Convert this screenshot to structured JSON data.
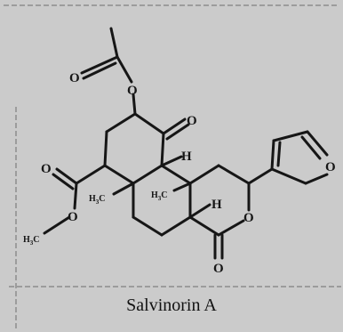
{
  "caption": "Salvinorin A",
  "labels": {
    "o_acetyl_top": "O",
    "o_acetyl_link": "O",
    "o_ketone": "O",
    "o_ester_top": "O",
    "o_ester_bottom": "O",
    "o_lactone_ring": "O",
    "o_lactone_carbonyl": "O",
    "o_furan": "O",
    "h_upper": "H",
    "h_lower": "H",
    "methyl_left": "H",
    "methyl_left_sub": "3",
    "methyl_left_c": "C",
    "methyl_mid": "H",
    "methyl_mid_sub": "3",
    "methyl_mid_c": "C",
    "methyl_ester": "H",
    "methyl_ester_sub": "3",
    "methyl_ester_c": "C"
  }
}
